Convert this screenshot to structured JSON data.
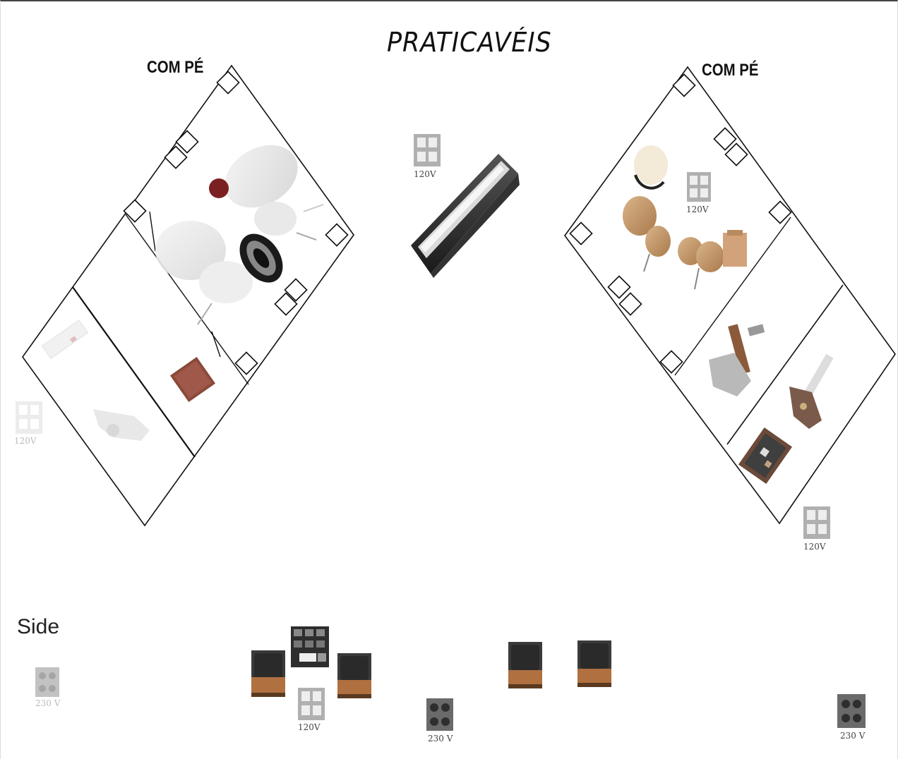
{
  "title": "PRATICAVÉIS",
  "platforms": {
    "left_label": "COM PÉ",
    "right_label": "COM PÉ"
  },
  "side_label": "Side",
  "outlets": [
    {
      "id": "outlet-left-edge",
      "label": "120V",
      "faint": true
    },
    {
      "id": "outlet-center-top",
      "label": "120V"
    },
    {
      "id": "outlet-right-platform",
      "label": "120V"
    },
    {
      "id": "outlet-right-bottom",
      "label": "120V"
    },
    {
      "id": "outlet-side-left",
      "label": "230 V",
      "faint": true
    },
    {
      "id": "outlet-side-center-left",
      "label": "120V"
    },
    {
      "id": "outlet-side-center",
      "label": "230 V"
    },
    {
      "id": "outlet-side-right",
      "label": "230 V"
    }
  ],
  "colors": {
    "line": "#111111",
    "outlet_light": "#b9b9b9",
    "outlet_dark": "#5a5a5a",
    "amp_body": "#3c3c3c",
    "amp_base": "#b07040"
  },
  "icons": [
    "drum-kit-icon",
    "keyboard-icon",
    "percussion-icon",
    "guitar-icon",
    "amp-icon",
    "pedalboard-icon",
    "power-outlet-icon",
    "led-light-bar-icon"
  ]
}
